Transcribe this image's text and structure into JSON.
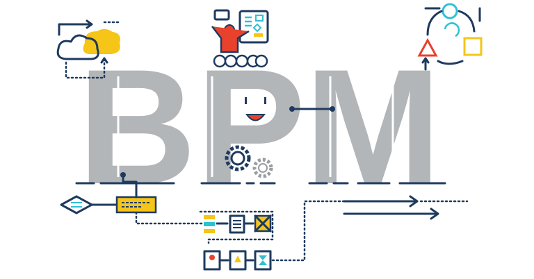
{
  "title": {
    "letters": [
      "B",
      "P",
      "M"
    ]
  },
  "colors": {
    "navy": "#1e3a5f",
    "teal": "#2fc1d3",
    "yellow": "#f5c518",
    "red": "#e8412c",
    "grey": "#b3b6b9"
  }
}
